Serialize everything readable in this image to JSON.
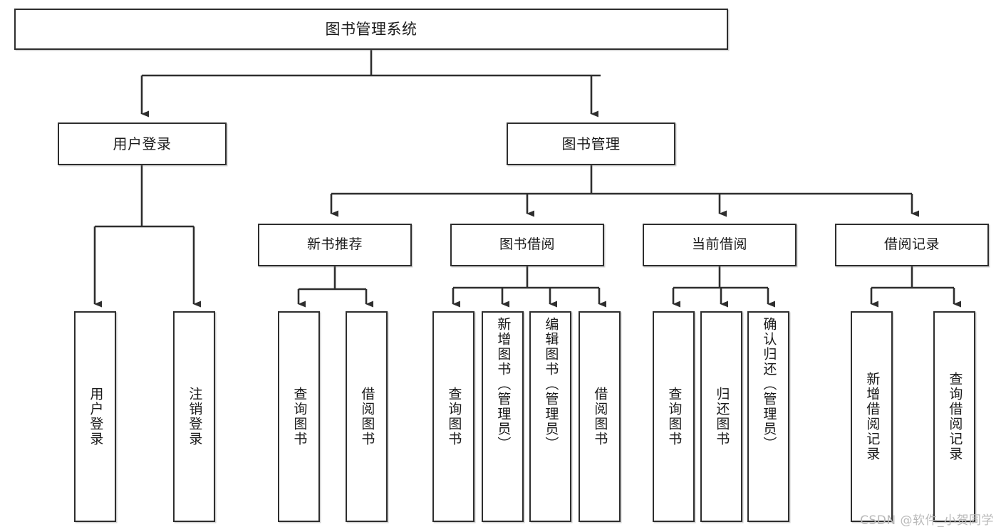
{
  "diagram": {
    "title": "图书管理系统",
    "type": "tree",
    "watermark": "CSDN @软件_小贺同学",
    "colors": {
      "stroke": "#2e2e2e",
      "fill": "#ffffff",
      "text": "#1a1a1a",
      "watermark": "#b9b9b9"
    },
    "root": {
      "label": "图书管理系统"
    },
    "level2": [
      {
        "label": "用户登录"
      },
      {
        "label": "图书管理"
      }
    ],
    "level3": [
      {
        "label": "新书推荐"
      },
      {
        "label": "图书借阅"
      },
      {
        "label": "当前借阅"
      },
      {
        "label": "借阅记录"
      }
    ],
    "leaves": {
      "user_login": [
        {
          "label": "用户登录"
        },
        {
          "label": "注销登录"
        }
      ],
      "new_book": [
        {
          "label": "查询图书"
        },
        {
          "label": "借阅图书"
        }
      ],
      "book_borrow": [
        {
          "label": "查询图书"
        },
        {
          "label": "新增图书（管理员）"
        },
        {
          "label": "编辑图书（管理员）"
        },
        {
          "label": "借阅图书"
        }
      ],
      "current_borrow": [
        {
          "label": "查询图书"
        },
        {
          "label": "归还图书"
        },
        {
          "label": "确认归还（管理员）"
        }
      ],
      "borrow_record": [
        {
          "label": "新增借阅记录"
        },
        {
          "label": "查询借阅记录"
        }
      ]
    }
  }
}
